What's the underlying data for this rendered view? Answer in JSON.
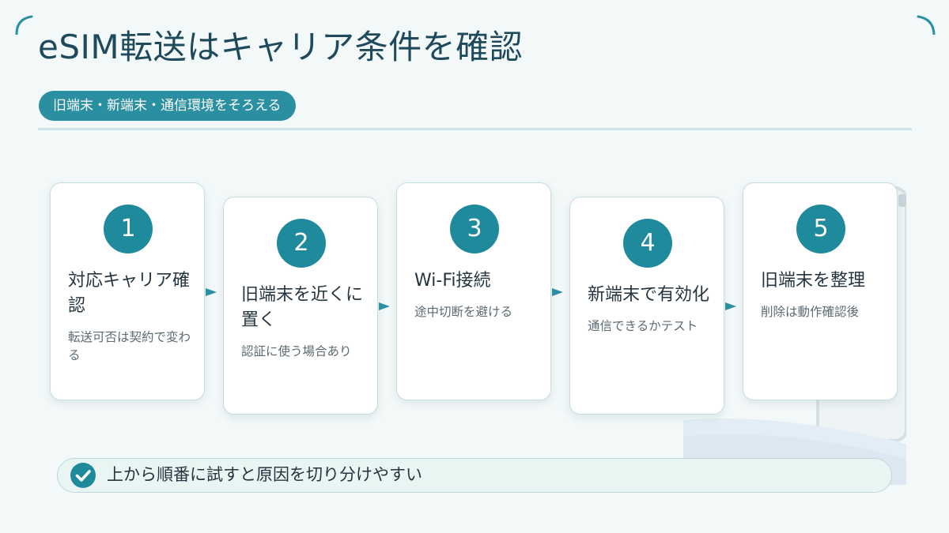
{
  "title": "eSIM転送はキャリア条件を確認",
  "subtitle": "旧端末・新端末・通信環境をそろえる",
  "steps": [
    {
      "number": "1",
      "title": "対応キャリア確認",
      "desc": "転送可否は契約で変わる"
    },
    {
      "number": "2",
      "title": "旧端末を近くに置く",
      "desc": "認証に使う場合あり"
    },
    {
      "number": "3",
      "title": "Wi-Fi接続",
      "desc": "途中切断を避ける"
    },
    {
      "number": "4",
      "title": "新端末で有効化",
      "desc": "通信できるかテスト"
    },
    {
      "number": "5",
      "title": "旧端末を整理",
      "desc": "削除は動作確認後"
    }
  ],
  "tip": "上から順番に試すと原因を切り分けやすい",
  "colors": {
    "accent": "#1f8a9c",
    "title": "#1e4a5c",
    "background": "#f3f8f8"
  },
  "icons": [
    "check-icon",
    "corner-ornament-icon"
  ]
}
